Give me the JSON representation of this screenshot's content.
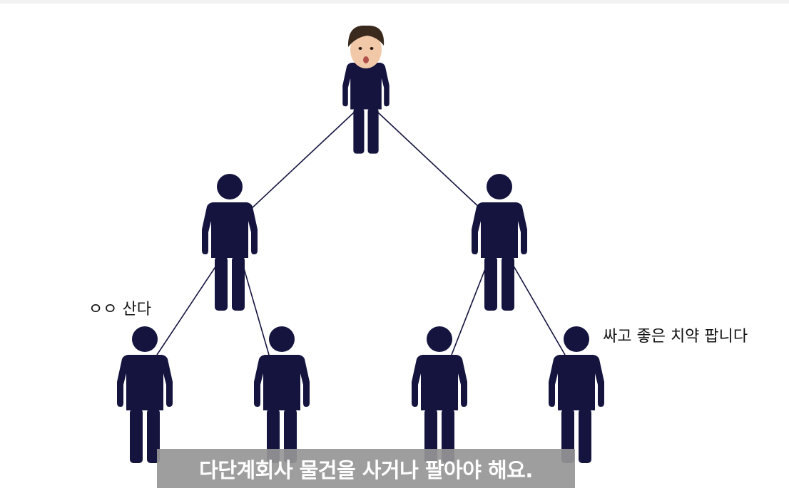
{
  "colors": {
    "figure": "#14143f",
    "line": "#14143f",
    "subtitle_bg": "#969696",
    "subtitle_text": "#ffffff",
    "skin": "#f2c9a8",
    "hair": "#3a2a1e"
  },
  "diagram": {
    "nodes": [
      {
        "id": "top",
        "kind": "photo-head"
      },
      {
        "id": "mid-left",
        "kind": "person"
      },
      {
        "id": "mid-right",
        "kind": "person"
      },
      {
        "id": "bottom-1",
        "kind": "person"
      },
      {
        "id": "bottom-2",
        "kind": "person"
      },
      {
        "id": "bottom-3",
        "kind": "person"
      },
      {
        "id": "bottom-4",
        "kind": "person"
      }
    ],
    "edges": [
      [
        "top",
        "mid-left"
      ],
      [
        "top",
        "mid-right"
      ],
      [
        "mid-left",
        "bottom-1"
      ],
      [
        "mid-left",
        "bottom-2"
      ],
      [
        "mid-right",
        "bottom-3"
      ],
      [
        "mid-right",
        "bottom-4"
      ]
    ]
  },
  "annotations": {
    "left": "ㅇㅇ 산다",
    "right": "싸고 좋은 치약 팝니다"
  },
  "subtitle": "다단계회사 물건을 사거나 팔아야 해요."
}
